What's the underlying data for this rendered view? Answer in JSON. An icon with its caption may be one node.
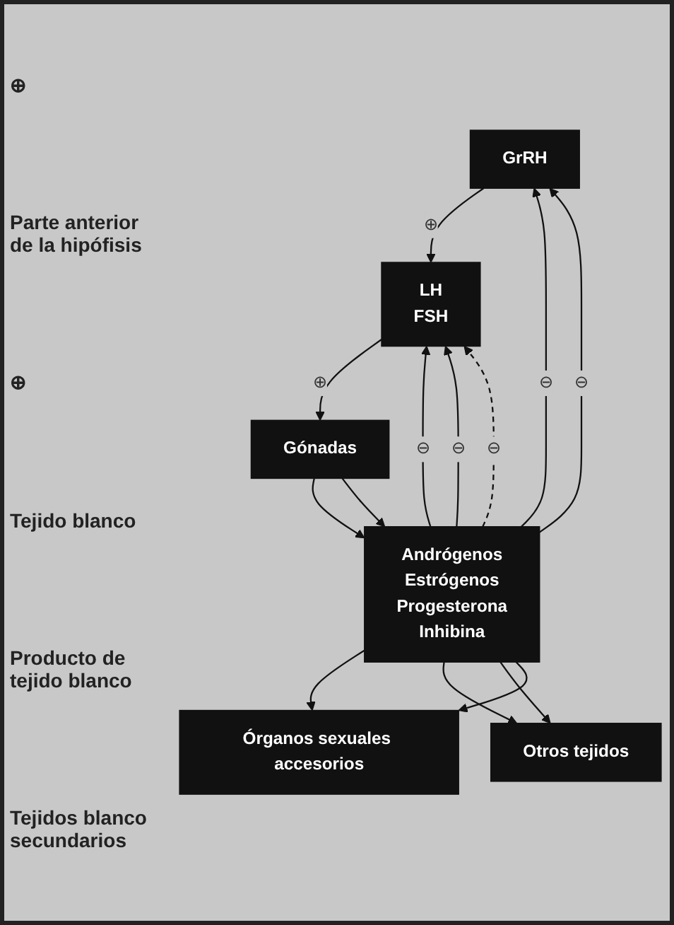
{
  "diagram": {
    "nodes": [
      {
        "text": [
          "GrRH"
        ]
      },
      {
        "text": [
          "LH",
          "FSH"
        ]
      },
      {
        "text": [
          "Gónadas"
        ]
      },
      {
        "text": [
          "Andrógenos",
          "Estrógenos",
          "Progesterona",
          "Inhibina"
        ]
      },
      {
        "text": [
          "Órganos sexuales accesorios"
        ]
      },
      {
        "text": [
          "Otros tejidos"
        ]
      }
    ],
    "edges": [
      {
        "from": 0,
        "to": 1,
        "arrow": "to",
        "label": "⊕"
      },
      {
        "from": 1,
        "to": 2,
        "arrow": "to",
        "label": "⊕"
      },
      {
        "from": 2,
        "to": 3,
        "arrow": "to"
      },
      {
        "from": 2,
        "to": 3,
        "arrow": "to"
      },
      {
        "from": 3,
        "to": 4,
        "arrow": "to"
      },
      {
        "from": 3,
        "to": 5,
        "arrow": "to"
      },
      {
        "from": 3,
        "to": 5,
        "arrow": "to"
      },
      {
        "from": 3,
        "to": 4,
        "arrow": "to"
      },
      {
        "from": 3,
        "to": 0,
        "arrow": "to",
        "label": "⊖"
      },
      {
        "from": 3,
        "to": 1,
        "arrow": "to",
        "label": "⊖"
      },
      {
        "from": 3,
        "to": 0,
        "arrow": "to",
        "label": "⊖"
      },
      {
        "from": 3,
        "to": 1,
        "arrow": "to",
        "label": "⊖"
      },
      {
        "from": 3,
        "to": 1,
        "arrow": "to",
        "label": "⊖",
        "style": "dashed"
      }
    ],
    "labels": [
      "⊕",
      "Parte anterior de la hipófisis",
      "⊕",
      "Tejido blanco",
      "Producto de tejido blanco",
      "Tejidos blanco secundarios"
    ]
  }
}
